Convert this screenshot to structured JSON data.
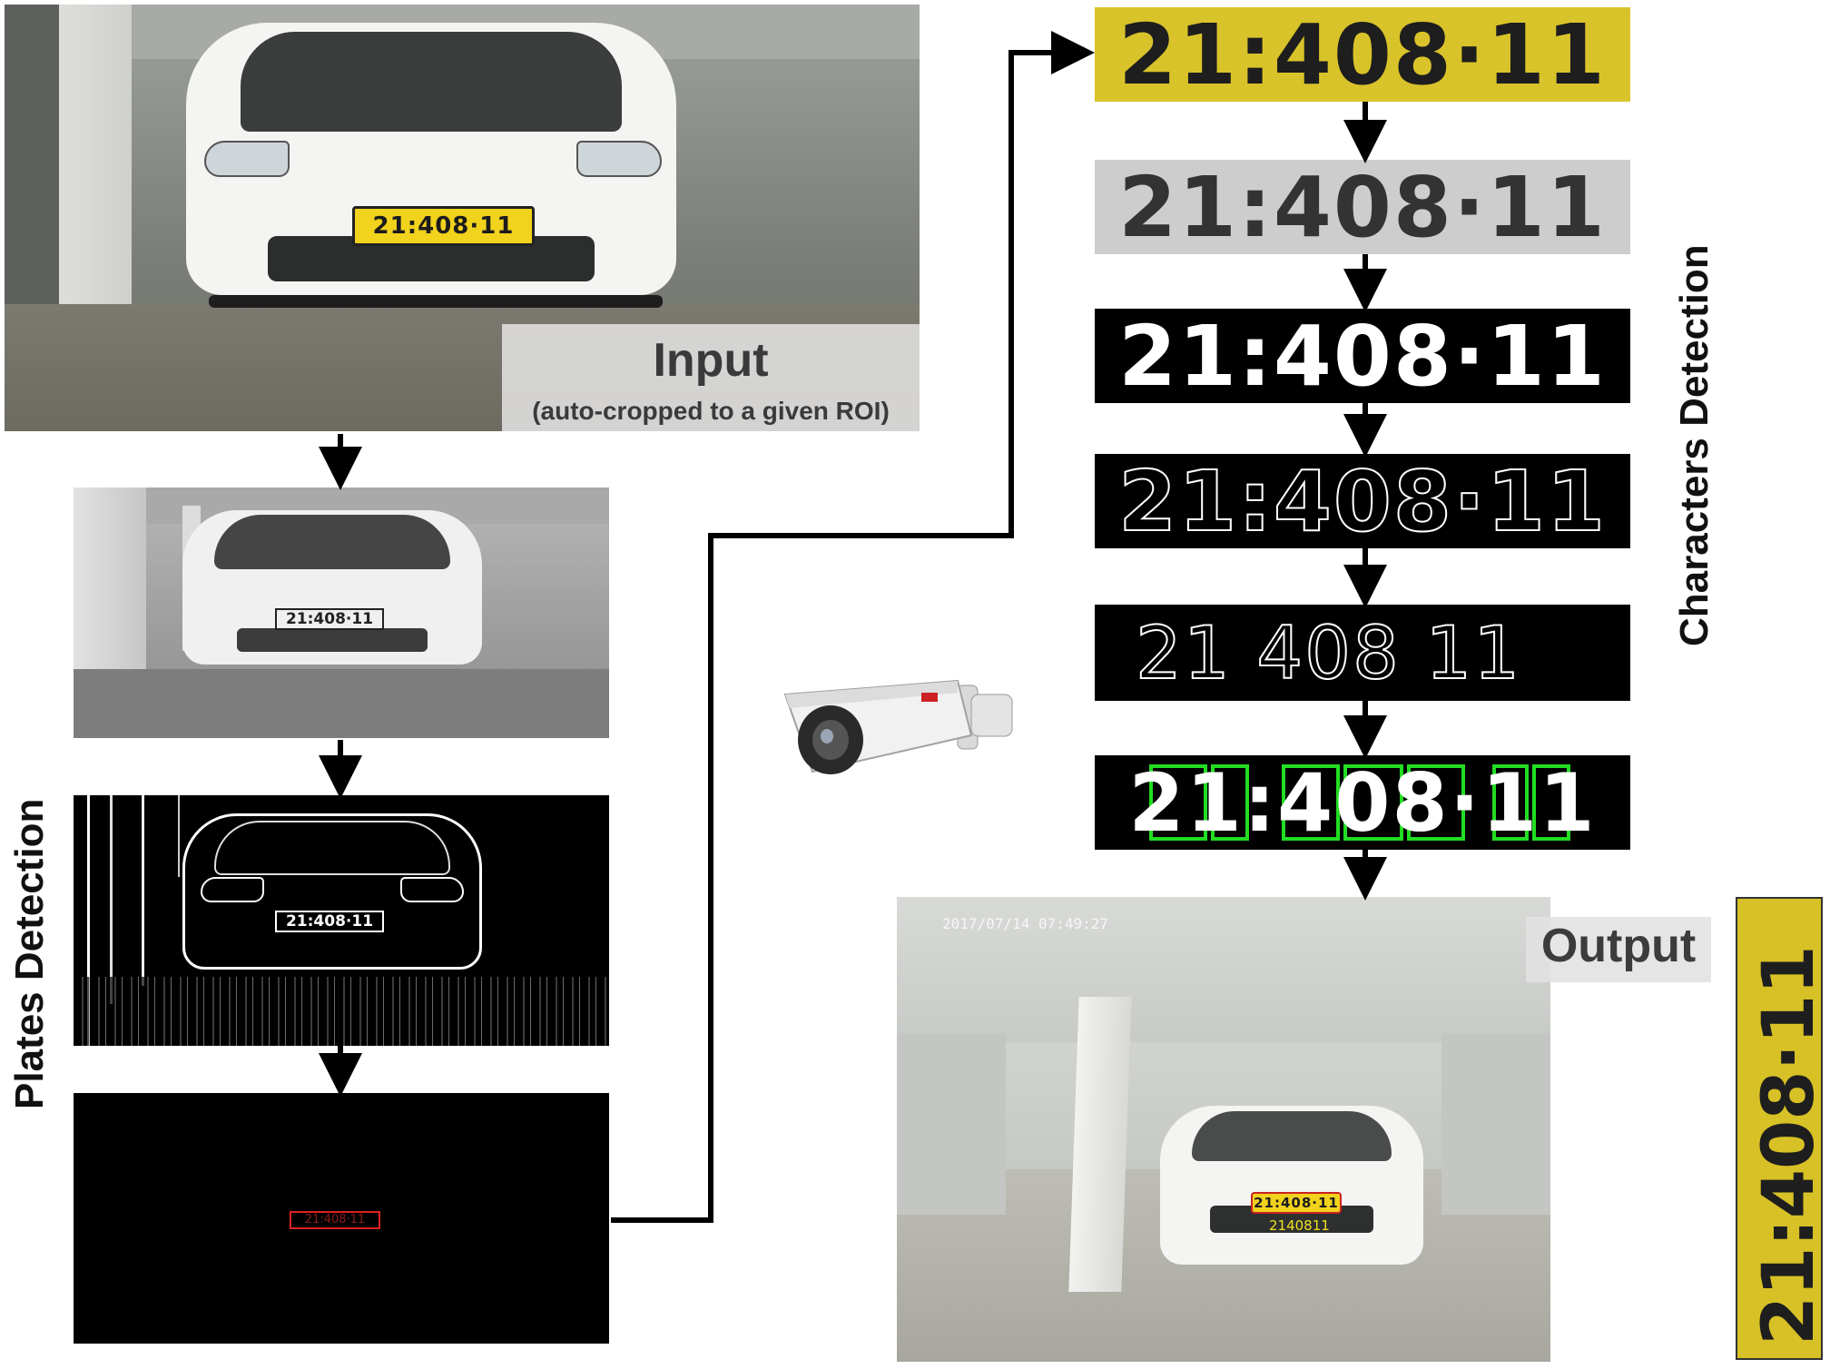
{
  "input": {
    "title": "Input",
    "subtitle": "(auto-cropped to a given ROI)"
  },
  "output": {
    "title": "Output",
    "timestamp": "2017/07/14  07:49:27",
    "recognized_text": "2140811"
  },
  "plate": {
    "number": "21:408·11",
    "number_spaced": "21 408 11"
  },
  "sections": {
    "plates_detection": "Plates Detection",
    "characters_detection": "Characters Detection"
  },
  "colors": {
    "plate_yellow": "#f1d21c",
    "box_green": "#22dd22",
    "box_red": "#dd2222",
    "arrow": "#000000"
  },
  "icons": [
    "security-camera-icon"
  ]
}
